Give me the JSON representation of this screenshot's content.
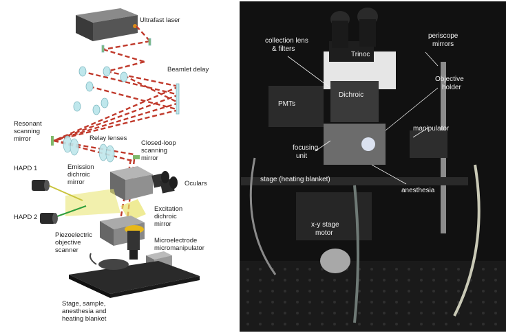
{
  "schematic": {
    "labels": [
      "Ultrafast laser",
      "Beamlet delay",
      "Resonant",
      "scanning",
      "mirror",
      "Relay lenses",
      "Closed-loop",
      "scanning",
      "mirror",
      "HAPD 1",
      "Emission",
      "dichroic",
      "mirror",
      "Oculars",
      "Excitation",
      "dichroic",
      "mirror",
      "HAPD 2",
      "Piezoelectric",
      "objective",
      "scanner",
      "Microelectrode",
      "micromanipulator",
      "Stage, sample,",
      "anesthesia and",
      "heating blanket"
    ]
  },
  "photo": {
    "labels": [
      "collection lens",
      "& filters",
      "Trinoc",
      "periscope",
      "mirrors",
      "Objective",
      "holder",
      "PMTs",
      "Dichroic",
      "manipulator",
      "focusing",
      "unit",
      "stage (heating blanket)",
      "anesthesia",
      "x-y stage",
      "motor"
    ]
  },
  "colors": {
    "laser_beam": "#c0392b",
    "emission_path": "#d8d24a",
    "green_path": "#2e9e3c",
    "photo_background": "#111111",
    "photo_text": "#f2f2f2"
  }
}
